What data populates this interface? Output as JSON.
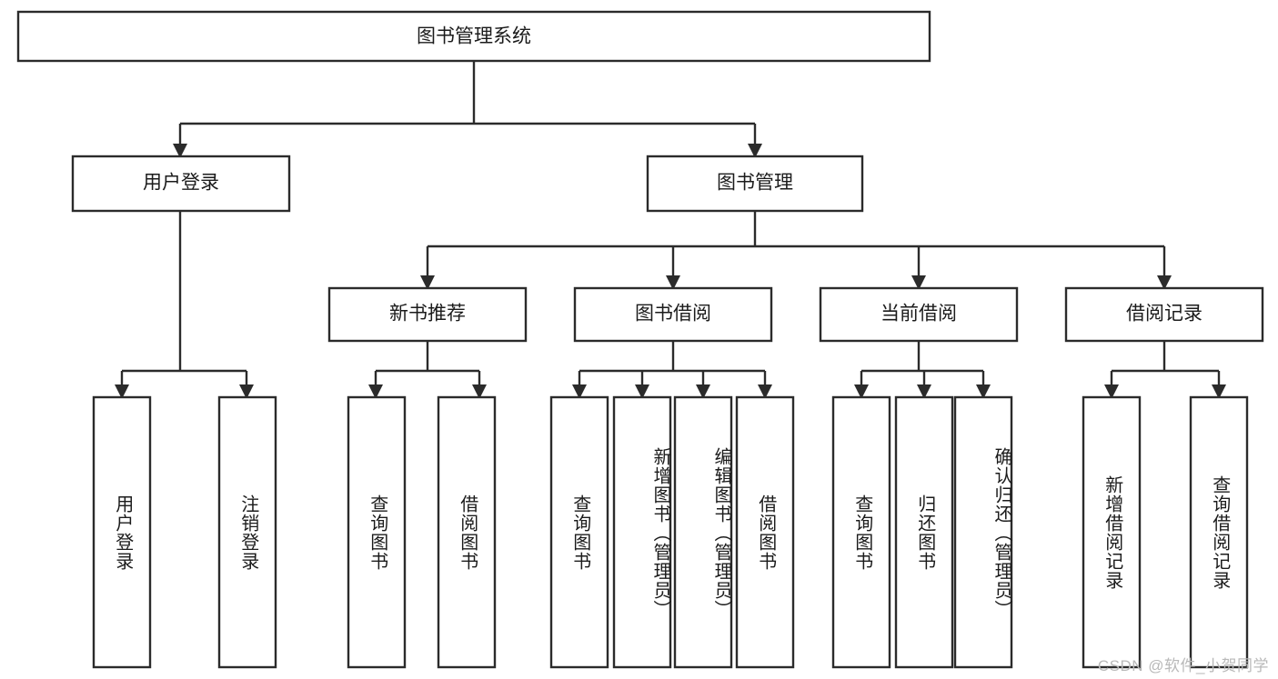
{
  "diagram": {
    "type": "hierarchy-tree",
    "title": "图书管理系统",
    "root": {
      "label": "图书管理系统"
    },
    "level2": [
      {
        "label": "用户登录"
      },
      {
        "label": "图书管理"
      }
    ],
    "level3": [
      {
        "label": "新书推荐"
      },
      {
        "label": "图书借阅"
      },
      {
        "label": "当前借阅"
      },
      {
        "label": "借阅记录"
      }
    ],
    "leaves": {
      "user_login": [
        {
          "label": "用户登录"
        },
        {
          "label": "注销登录"
        }
      ],
      "new_book_recommend": [
        {
          "label": "查询图书"
        },
        {
          "label": "借阅图书"
        }
      ],
      "book_borrow": [
        {
          "label": "查询图书"
        },
        {
          "label": "新增图书（管理员）"
        },
        {
          "label": "编辑图书（管理员）"
        },
        {
          "label": "借阅图书"
        }
      ],
      "current_borrow": [
        {
          "label": "查询图书"
        },
        {
          "label": "归还图书"
        },
        {
          "label": "确认归还（管理员）"
        }
      ],
      "borrow_record": [
        {
          "label": "新增借阅记录"
        },
        {
          "label": "查询借阅记录"
        }
      ]
    }
  },
  "watermark": {
    "text": "CSDN @软件_小贺同学"
  },
  "colors": {
    "stroke": "#2b2b2b",
    "fill": "#ffffff",
    "text": "#1b1b1b",
    "watermark": "#b9b9b9"
  }
}
